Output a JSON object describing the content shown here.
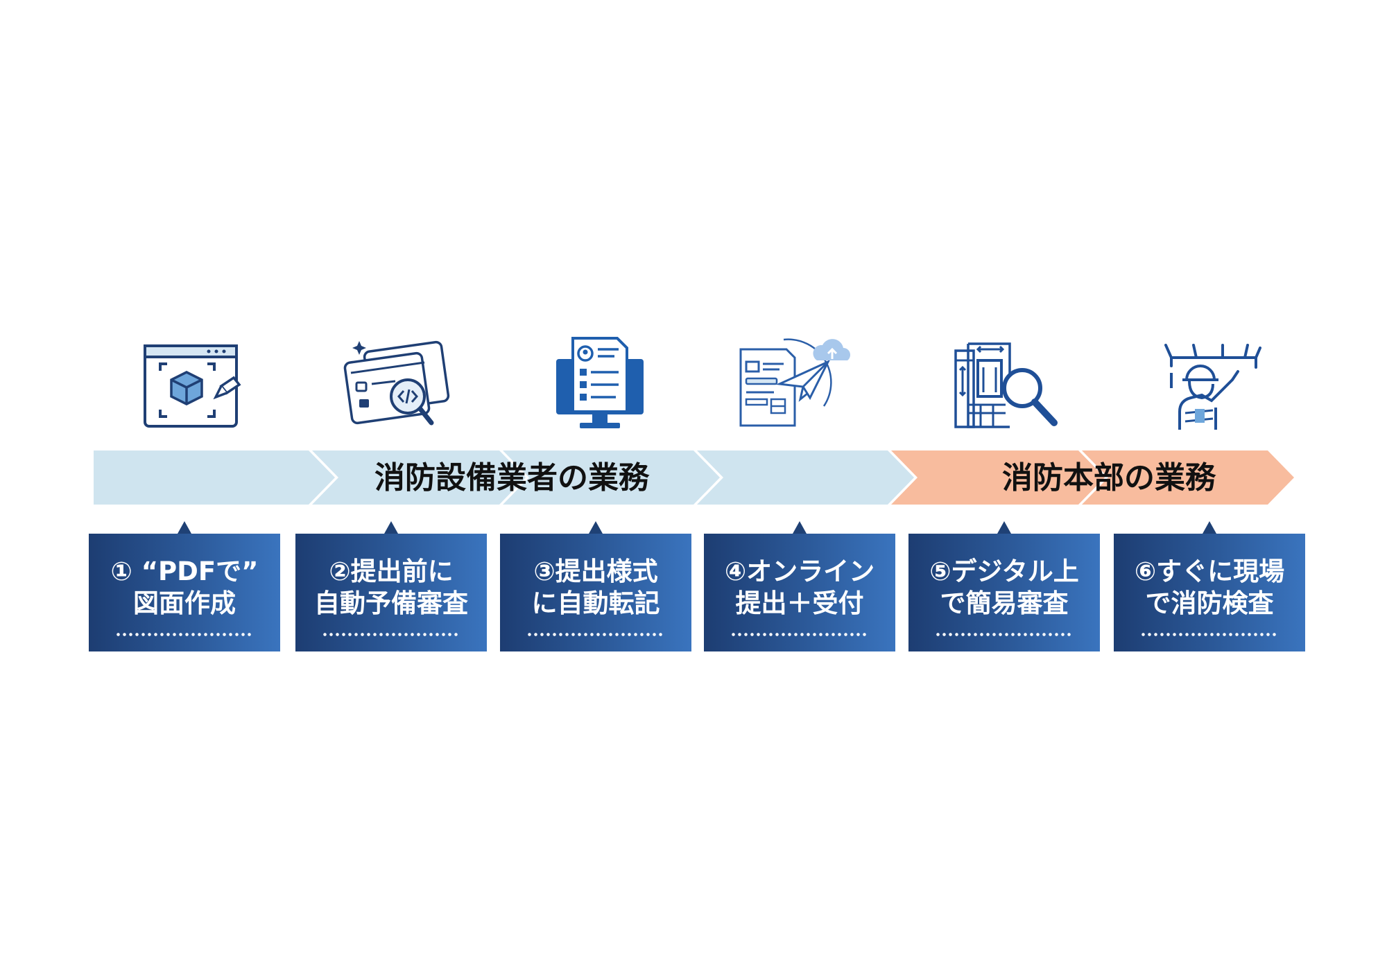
{
  "phases": {
    "contractor": {
      "label": "消防設備業者の業務",
      "color": "#cfe4ef"
    },
    "fire_hq": {
      "label": "消防本部の業務",
      "color": "#f8bc9e"
    }
  },
  "box_color": "#2c5a9a",
  "icon_color": "#1f4f97",
  "steps": [
    {
      "line1": "① “PDFで”",
      "line2": "図面作成",
      "icon": "cad-window-pen-icon"
    },
    {
      "line1": "②提出前に",
      "line2": "自動予備審査",
      "icon": "code-review-magnifier-icon"
    },
    {
      "line1": "③提出様式",
      "line2": "に自動転記",
      "icon": "monitor-form-icon"
    },
    {
      "line1": "④オンライン",
      "line2": "提出＋受付",
      "icon": "paper-plane-cloud-submit-icon"
    },
    {
      "line1": "⑤デジタル上",
      "line2": "で簡易審査",
      "icon": "blueprint-magnifier-icon"
    },
    {
      "line1": "⑥すぐに現場",
      "line2": "で消防検査",
      "icon": "inspector-worker-icon"
    }
  ]
}
